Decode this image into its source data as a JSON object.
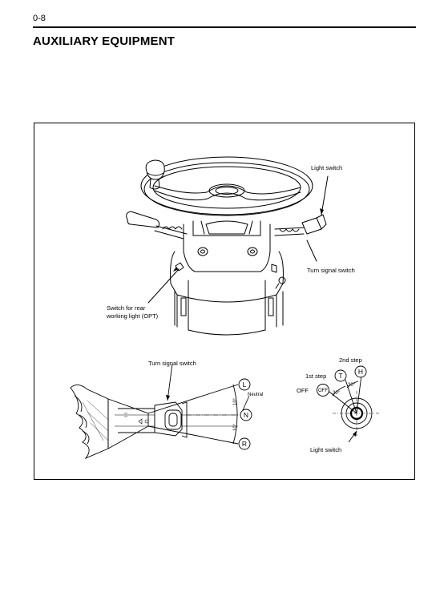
{
  "header": {
    "page_number": "0-8",
    "section_title": "AUXILIARY EQUIPMENT"
  },
  "figure": {
    "upper_labels": {
      "light_switch": "Light switch",
      "turn_signal_switch": "Turn signal switch",
      "rear_light_line1": "Switch for rear",
      "rear_light_line2": "working light (OPT)"
    },
    "lever_detail": {
      "title": "Turn signal switch",
      "pos_left": "L",
      "pos_neutral": "N",
      "pos_right": "R",
      "neutral_label": "Neutral",
      "angle_upper": "10°",
      "angle_lower": "10°"
    },
    "rotary_detail": {
      "second_step": "2nd  step",
      "first_step": "1st step",
      "off_text": "OFF",
      "pos_h": "H",
      "pos_t": "T",
      "pos_off": "OFF",
      "angle_1": "30°",
      "angle_2": "30°",
      "bottom_label": "Light  switch"
    }
  }
}
